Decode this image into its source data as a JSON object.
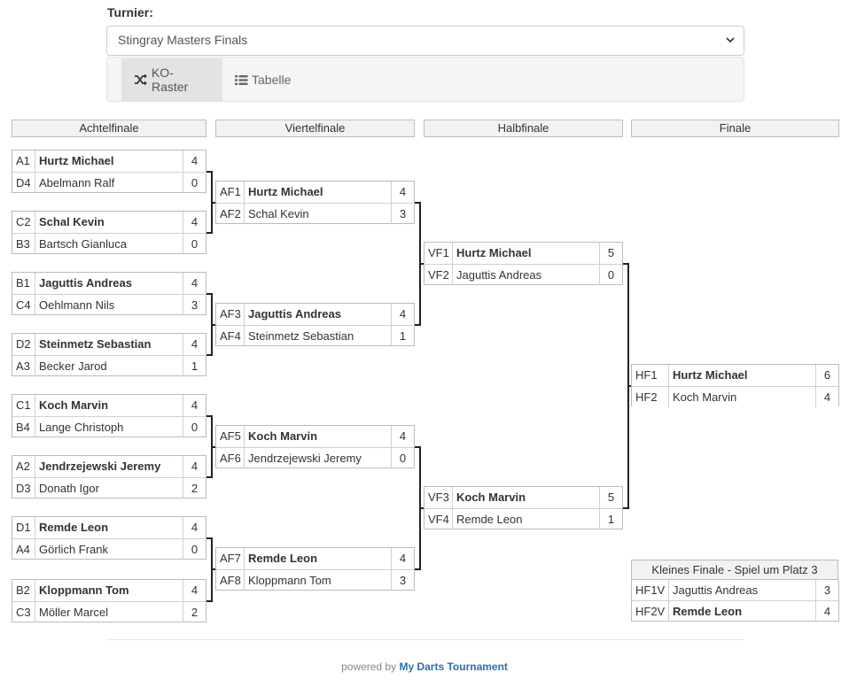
{
  "tournament_label": "Turnier:",
  "tournament_select": "Stingray Masters Finals",
  "tabs": [
    {
      "label": "KO-Raster",
      "icon": "shuffle-icon"
    },
    {
      "label": "Tabelle",
      "icon": "list-icon"
    }
  ],
  "rounds": [
    "Achtelfinale",
    "Viertelfinale",
    "Halbfinale",
    "Finale"
  ],
  "r1": [
    {
      "c1": "A1",
      "p1": "Hurtz Michael",
      "s1": "4",
      "c2": "D4",
      "p2": "Abelmann Ralf",
      "s2": "0"
    },
    {
      "c1": "C2",
      "p1": "Schal Kevin",
      "s1": "4",
      "c2": "B3",
      "p2": "Bartsch Gianluca",
      "s2": "0"
    },
    {
      "c1": "B1",
      "p1": "Jaguttis Andreas",
      "s1": "4",
      "c2": "C4",
      "p2": "Oehlmann Nils",
      "s2": "3"
    },
    {
      "c1": "D2",
      "p1": "Steinmetz Sebastian",
      "s1": "4",
      "c2": "A3",
      "p2": "Becker Jarod",
      "s2": "1"
    },
    {
      "c1": "C1",
      "p1": "Koch Marvin",
      "s1": "4",
      "c2": "B4",
      "p2": "Lange Christoph",
      "s2": "0"
    },
    {
      "c1": "A2",
      "p1": "Jendrzejewski Jeremy",
      "s1": "4",
      "c2": "D3",
      "p2": "Donath Igor",
      "s2": "2"
    },
    {
      "c1": "D1",
      "p1": "Remde Leon",
      "s1": "4",
      "c2": "A4",
      "p2": "Görlich Frank",
      "s2": "0"
    },
    {
      "c1": "B2",
      "p1": "Kloppmann Tom",
      "s1": "4",
      "c2": "C3",
      "p2": "Möller Marcel",
      "s2": "2"
    }
  ],
  "r2": [
    {
      "c1": "AF1",
      "p1": "Hurtz Michael",
      "s1": "4",
      "c2": "AF2",
      "p2": "Schal Kevin",
      "s2": "3"
    },
    {
      "c1": "AF3",
      "p1": "Jaguttis Andreas",
      "s1": "4",
      "c2": "AF4",
      "p2": "Steinmetz Sebastian",
      "s2": "1"
    },
    {
      "c1": "AF5",
      "p1": "Koch Marvin",
      "s1": "4",
      "c2": "AF6",
      "p2": "Jendrzejewski Jeremy",
      "s2": "0"
    },
    {
      "c1": "AF7",
      "p1": "Remde Leon",
      "s1": "4",
      "c2": "AF8",
      "p2": "Kloppmann Tom",
      "s2": "3"
    }
  ],
  "r3": [
    {
      "c1": "VF1",
      "p1": "Hurtz Michael",
      "s1": "5",
      "c2": "VF2",
      "p2": "Jaguttis Andreas",
      "s2": "0"
    },
    {
      "c1": "VF3",
      "p1": "Koch Marvin",
      "s1": "5",
      "c2": "VF4",
      "p2": "Remde Leon",
      "s2": "1"
    }
  ],
  "r4": [
    {
      "c1": "HF1",
      "p1": "Hurtz Michael",
      "s1": "6",
      "c2": "HF2",
      "p2": "Koch Marvin",
      "s2": "4"
    }
  ],
  "third_place": {
    "title": "Kleines Finale - Spiel um Platz 3",
    "c1": "HF1V",
    "p1": "Jaguttis Andreas",
    "s1": "3",
    "c2": "HF2V",
    "p2": "Remde Leon",
    "s2": "4"
  },
  "footer": {
    "prefix": "powered by",
    "link": "My Darts Tournament"
  }
}
